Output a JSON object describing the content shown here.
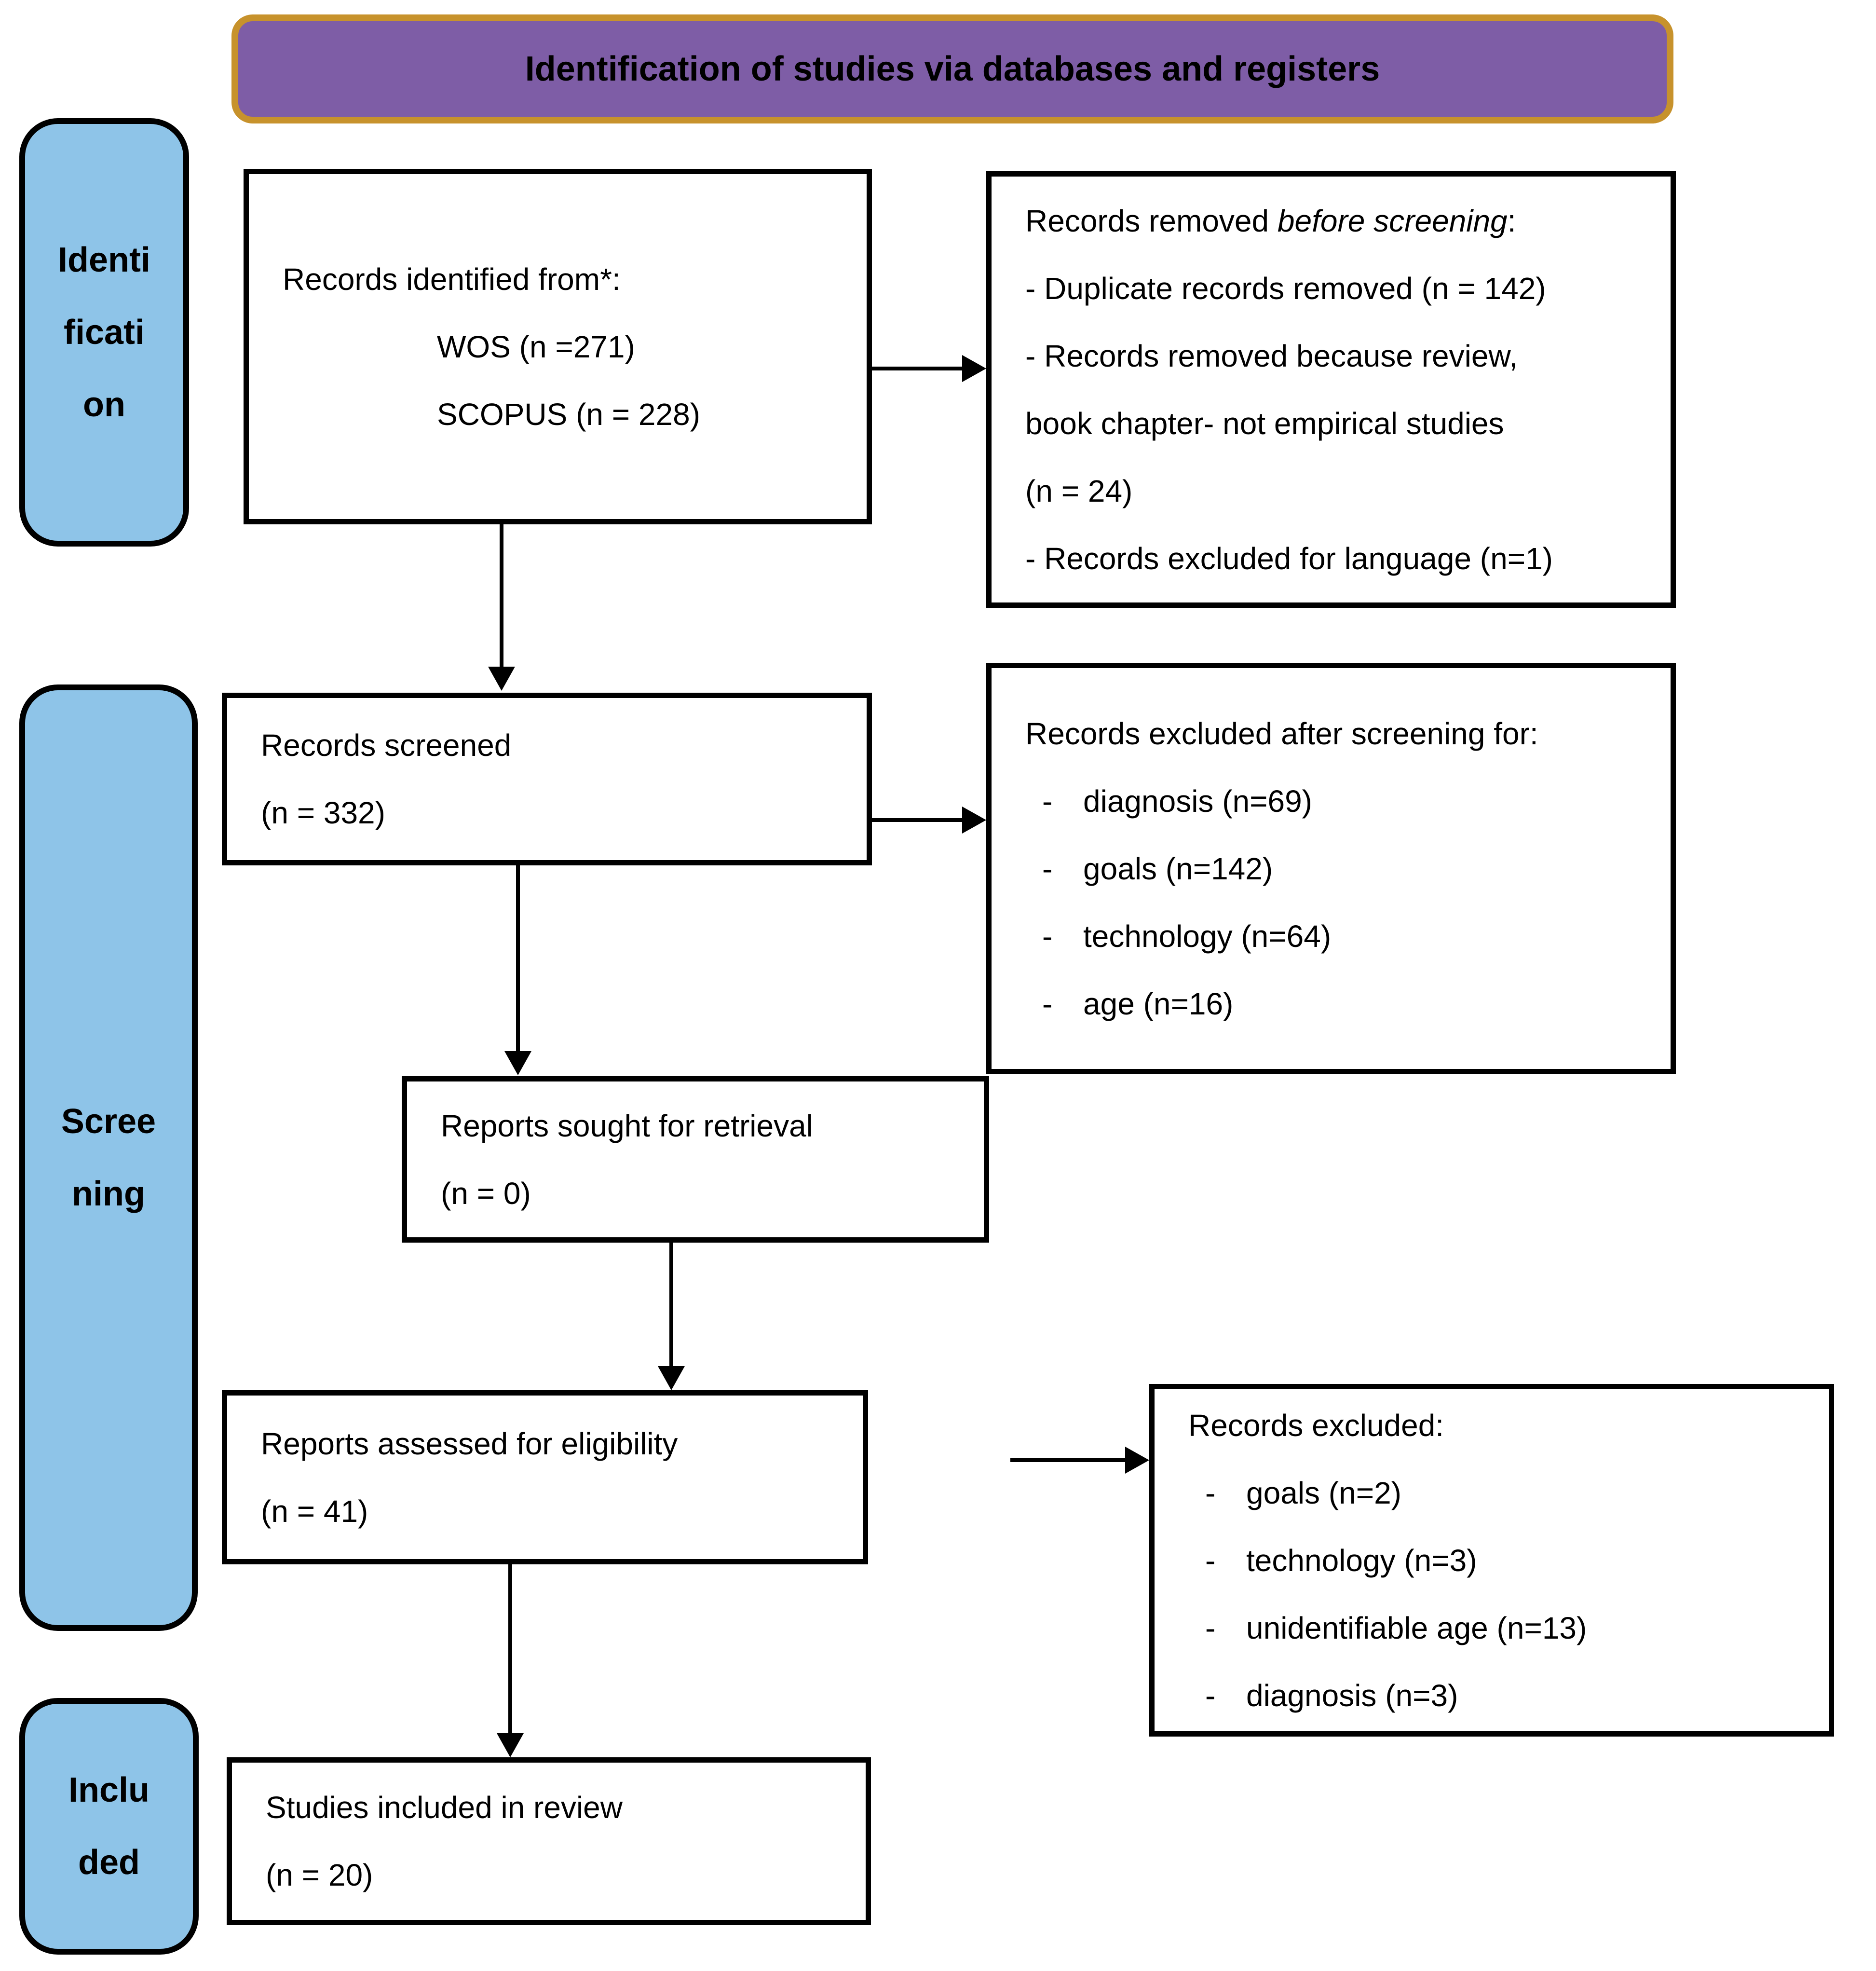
{
  "title": "Identification of studies via databases and registers",
  "colors": {
    "purple": "#7E5DA6",
    "gold": "#C7922C",
    "blue": "#8EC4E8",
    "ink": "#000000",
    "paper": "#FFFFFF"
  },
  "sidebar": {
    "identification": {
      "line1": "Identi",
      "line2": "ficati",
      "line3": "on"
    },
    "screening": {
      "line1": "Scree",
      "line2": "ning"
    },
    "included": {
      "line1": "Inclu",
      "line2": "ded"
    }
  },
  "boxes": {
    "records_identified": {
      "title": "Records identified from*:",
      "source1": "WOS (n =271)",
      "source2": "SCOPUS (n = 228)"
    },
    "records_removed": {
      "title_prefix": "Records removed ",
      "title_italic": "before screening",
      "title_suffix": ":",
      "line1": "- Duplicate records removed (n = 142)",
      "line2": "- Records removed because review,",
      "line3": "book chapter- not empirical studies",
      "line4": "(n = 24)",
      "line5": "- Records excluded for language (n=1)"
    },
    "records_screened": {
      "line1": "Records screened",
      "line2": "(n = 332)"
    },
    "excluded_after_screening": {
      "title": "Records excluded after screening for:",
      "items": [
        {
          "dash": "-",
          "text": "diagnosis (n=69)"
        },
        {
          "dash": "-",
          "text": "goals (n=142)"
        },
        {
          "dash": "-",
          "text": "technology (n=64)"
        },
        {
          "dash": "-",
          "text": "age (n=16)"
        }
      ]
    },
    "reports_sought": {
      "line1": "Reports sought for retrieval",
      "line2": "(n = 0)"
    },
    "reports_assessed": {
      "line1": "Reports assessed for eligibility",
      "line2": "(n = 41)"
    },
    "records_excluded": {
      "title": "Records excluded:",
      "items": [
        {
          "dash": "-",
          "text": "goals (n=2)"
        },
        {
          "dash": "-",
          "text": "technology (n=3)"
        },
        {
          "dash": "-",
          "text": "unidentifiable age (n=13)"
        },
        {
          "dash": "-",
          "text": "diagnosis (n=3)"
        }
      ]
    },
    "studies_included": {
      "line1": "Studies included in review",
      "line2": "(n = 20)"
    }
  }
}
